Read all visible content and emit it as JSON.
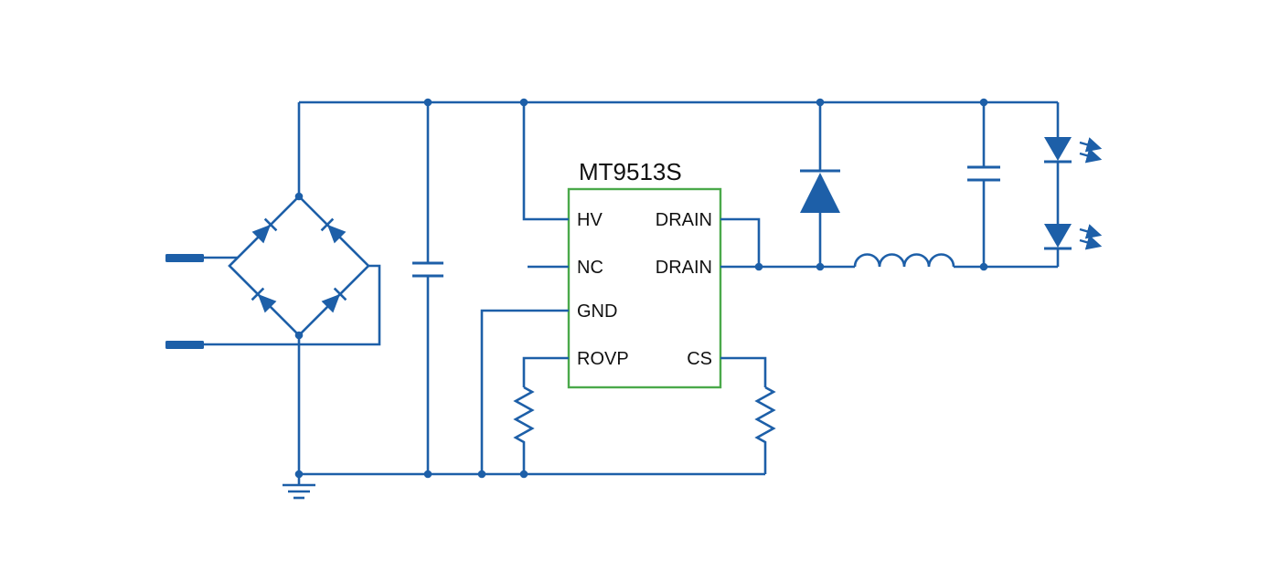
{
  "ic": {
    "name": "MT9513S",
    "pins_left": [
      {
        "label": "HV"
      },
      {
        "label": "NC"
      },
      {
        "label": "GND"
      },
      {
        "label": "ROVP"
      }
    ],
    "pins_right": [
      {
        "label": "DRAIN"
      },
      {
        "label": "DRAIN"
      },
      {
        "label": "CS"
      }
    ]
  },
  "colors": {
    "wire": "#1d5fa8",
    "ic-border": "#4aa94a",
    "label": "#111111",
    "background": "#ffffff"
  }
}
